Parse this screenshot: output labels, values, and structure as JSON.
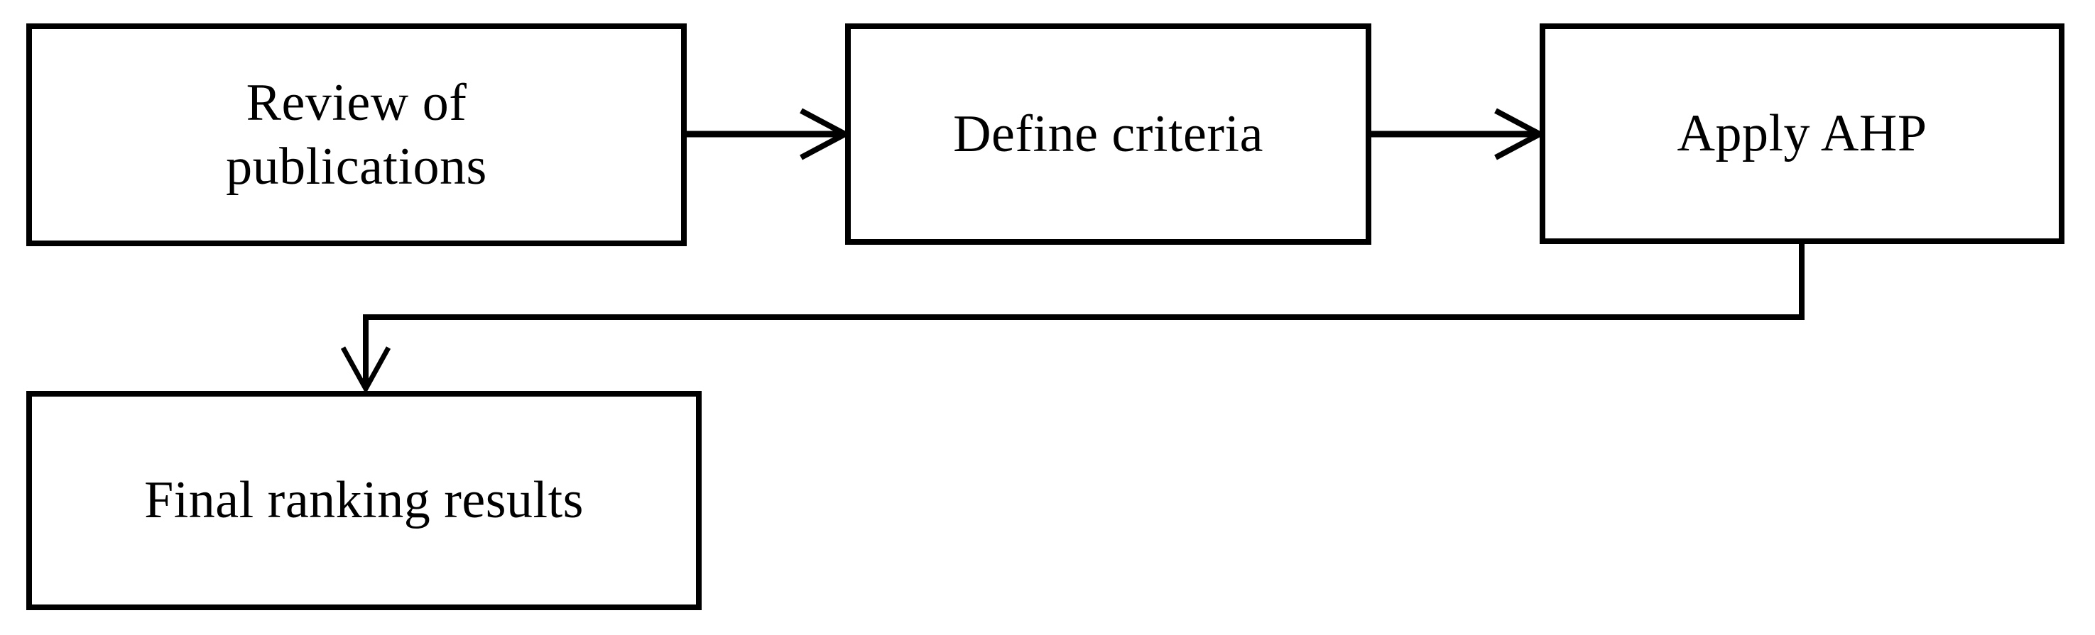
{
  "page": {
    "background_color": "#ffffff"
  },
  "diagram": {
    "type": "flowchart",
    "stroke_color": "#000000",
    "text_color": "#000000",
    "node_fill_color": "#ffffff",
    "nodes": [
      {
        "id": "review-of-publications",
        "label": "Review of\npublications"
      },
      {
        "id": "define-criteria",
        "label": "Define criteria"
      },
      {
        "id": "apply-ahp",
        "label": "Apply AHP"
      },
      {
        "id": "final-ranking-results",
        "label": "Final ranking results"
      }
    ],
    "edges": [
      {
        "from": "review-of-publications",
        "to": "define-criteria",
        "style": "straight-right-arrow"
      },
      {
        "from": "define-criteria",
        "to": "apply-ahp",
        "style": "straight-right-arrow"
      },
      {
        "from": "apply-ahp",
        "to": "final-ranking-results",
        "style": "elbow-down-left-down-arrow"
      }
    ]
  }
}
